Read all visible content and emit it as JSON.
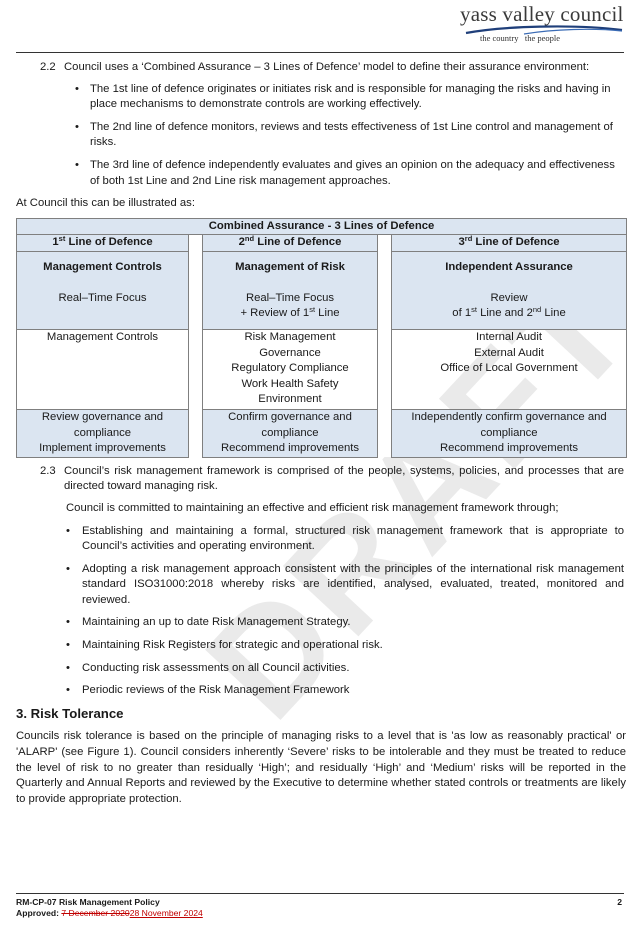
{
  "header": {
    "logo_name": "yass valley council",
    "logo_tagline_1": "the country",
    "logo_tagline_2": "the people"
  },
  "watermark": "DRAFT",
  "section_2_2": {
    "number": "2.2",
    "text": "Council uses a ‘Combined Assurance – 3 Lines of Defence’ model to define their assurance environment:",
    "bullets": [
      "The 1st line of defence originates or initiates risk and is responsible for managing the risks and having in place mechanisms to demonstrate controls are working effectively.",
      "The 2nd line of defence monitors, reviews and tests effectiveness of 1st Line control and management of risks.",
      "The 3rd line of defence independently evaluates and gives an opinion on the adequacy and effectiveness of both 1st Line and 2nd Line risk management approaches."
    ]
  },
  "illustrated_intro": "At Council this can be illustrated as:",
  "table": {
    "title": "Combined Assurance - 3 Lines of Defence",
    "columns": [
      {
        "head_pre": "1",
        "head_sup": "st",
        "head_post": " Line of Defence",
        "focus_title": "Management Controls",
        "focus_line1": "Real–Time Focus",
        "focus_line2_pre": "",
        "focus_line2_sup": "",
        "focus_line2_mid": "",
        "focus_line2_sup2": "",
        "focus_line2_post": "",
        "items": [
          "Management Controls"
        ],
        "outcome": [
          "Review governance and compliance",
          "Implement improvements"
        ]
      },
      {
        "head_pre": "2",
        "head_sup": "nd",
        "head_post": " Line of Defence",
        "focus_title": "Management of Risk",
        "focus_line1": "Real–Time Focus",
        "focus_line2_pre": "+ Review of 1",
        "focus_line2_sup": "st",
        "focus_line2_mid": " Line",
        "focus_line2_sup2": "",
        "focus_line2_post": "",
        "items": [
          "Risk Management",
          "Governance",
          "Regulatory Compliance",
          "Work Health Safety",
          "Environment"
        ],
        "outcome": [
          "Confirm governance and compliance",
          "Recommend improvements"
        ]
      },
      {
        "head_pre": "3",
        "head_sup": "rd",
        "head_post": " Line of Defence",
        "focus_title": "Independent Assurance",
        "focus_line1": "Review",
        "focus_line2_pre": "of 1",
        "focus_line2_sup": "st",
        "focus_line2_mid": " Line and 2",
        "focus_line2_sup2": "nd",
        "focus_line2_post": " Line",
        "items": [
          "Internal Audit",
          "External Audit",
          "Office of Local Government"
        ],
        "outcome": [
          "Independently confirm governance and compliance",
          "Recommend improvements"
        ]
      }
    ]
  },
  "section_2_3": {
    "number": "2.3",
    "text": "Council’s risk management framework is comprised of the people, systems, policies, and processes that are directed toward managing risk.",
    "commit": "Council is committed to maintaining an effective and efficient risk management framework through;",
    "bullets": [
      "Establishing and maintaining a formal, structured risk management framework that is appropriate to Council’s activities and operating environment.",
      "Adopting a risk management approach consistent with the principles of the international risk management standard ISO31000:2018 whereby risks are identified, analysed, evaluated, treated, monitored and reviewed.",
      "Maintaining an up to date Risk Management Strategy.",
      "Maintaining Risk Registers for strategic and operational risk.",
      "Conducting risk assessments on all Council activities.",
      "Periodic reviews of the Risk Management Framework"
    ]
  },
  "section_3": {
    "heading": "3.  Risk Tolerance",
    "body": "Councils risk tolerance is based on the principle of managing risks to a level that is 'as low as reasonably practical' or 'ALARP' (see Figure 1). Council considers inherently ‘Severe’ risks to be intolerable and they must be treated to reduce the level of risk to no greater than residually ‘High’; and residually ‘High’ and ‘Medium’ risks will be reported in the Quarterly and Annual Reports and reviewed by the Executive to determine whether stated controls or treatments are likely to provide appropriate protection."
  },
  "footer": {
    "doc_title": "RM-CP-07 Risk Management Policy",
    "approved_label": "Approved: ",
    "approved_old": "7 December 2020",
    "approved_new": "28 November 2024",
    "page_number": "2"
  },
  "colors": {
    "table_blue": "#dbe5f1",
    "revision_red": "#c00000",
    "watermark_grey": "#d9d9d9"
  }
}
